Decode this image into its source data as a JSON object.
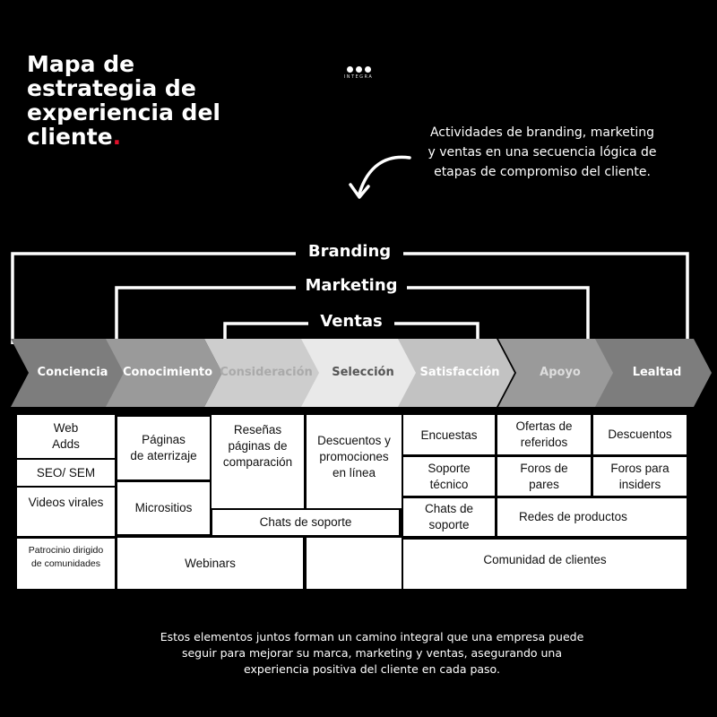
{
  "title": {
    "line1": "Mapa de",
    "line2": "estrategia de",
    "line3": "experiencia del",
    "line4": "cliente",
    "dot": "."
  },
  "logo": {
    "text": "INTEGRA",
    "icon": "three-dots-icon"
  },
  "description": {
    "line1": "Actividades de branding, marketing",
    "line2": "y ventas en una secuencia lógica de",
    "line3": "etapas de compromiso del cliente."
  },
  "brackets": {
    "branding": "Branding",
    "marketing": "Marketing",
    "ventas": "Ventas"
  },
  "stages": [
    "Conciencia",
    "Conocimiento",
    "Consideración",
    "Selección",
    "Satisfacción",
    "Apoyo",
    "Lealtad"
  ],
  "stage_colors": [
    "#7d7d7d",
    "#9a9a9a",
    "#cdcdcd",
    "#e9e9e9",
    "#c2c2c2",
    "#9a9a9a",
    "#7d7d7d"
  ],
  "cells": {
    "web_adds": {
      "line1": "Web",
      "line2": "Adds"
    },
    "seo_sem": "SEO/ SEM",
    "videos_virales": "Videos virales",
    "patrocinio": {
      "line1": "Patrocinio dirigido",
      "line2": "de comunidades"
    },
    "paginas": {
      "line1": "Páginas",
      "line2": "de aterrizaje"
    },
    "micrositios": "Micrositios",
    "webinars": "Webinars",
    "resenas": {
      "line1": "Reseñas",
      "line2": "páginas de",
      "line3": "comparación"
    },
    "chats_soporte_1": "Chats de soporte",
    "descuentos_promo": {
      "line1": "Descuentos y",
      "line2": "promociones",
      "line3": "en línea"
    },
    "encuestas": "Encuestas",
    "soporte_tecnico": {
      "line1": "Soporte",
      "line2": "técnico"
    },
    "chats_soporte_2": {
      "line1": "Chats de",
      "line2": "soporte"
    },
    "comunidad": "Comunidad de clientes",
    "ofertas": {
      "line1": "Ofertas de",
      "line2": "referidos"
    },
    "foros_pares": {
      "line1": "Foros de",
      "line2": "pares"
    },
    "redes": "Redes de productos",
    "descuentos": "Descuentos",
    "foros_insiders": {
      "line1": "Foros para",
      "line2": "insiders"
    }
  },
  "footer": {
    "line1": "Estos elementos juntos forman un camino integral que una empresa puede",
    "line2": "seguir para mejorar su marca, marketing y ventas, asegurando una",
    "line3": "experiencia positiva del cliente en cada paso."
  }
}
